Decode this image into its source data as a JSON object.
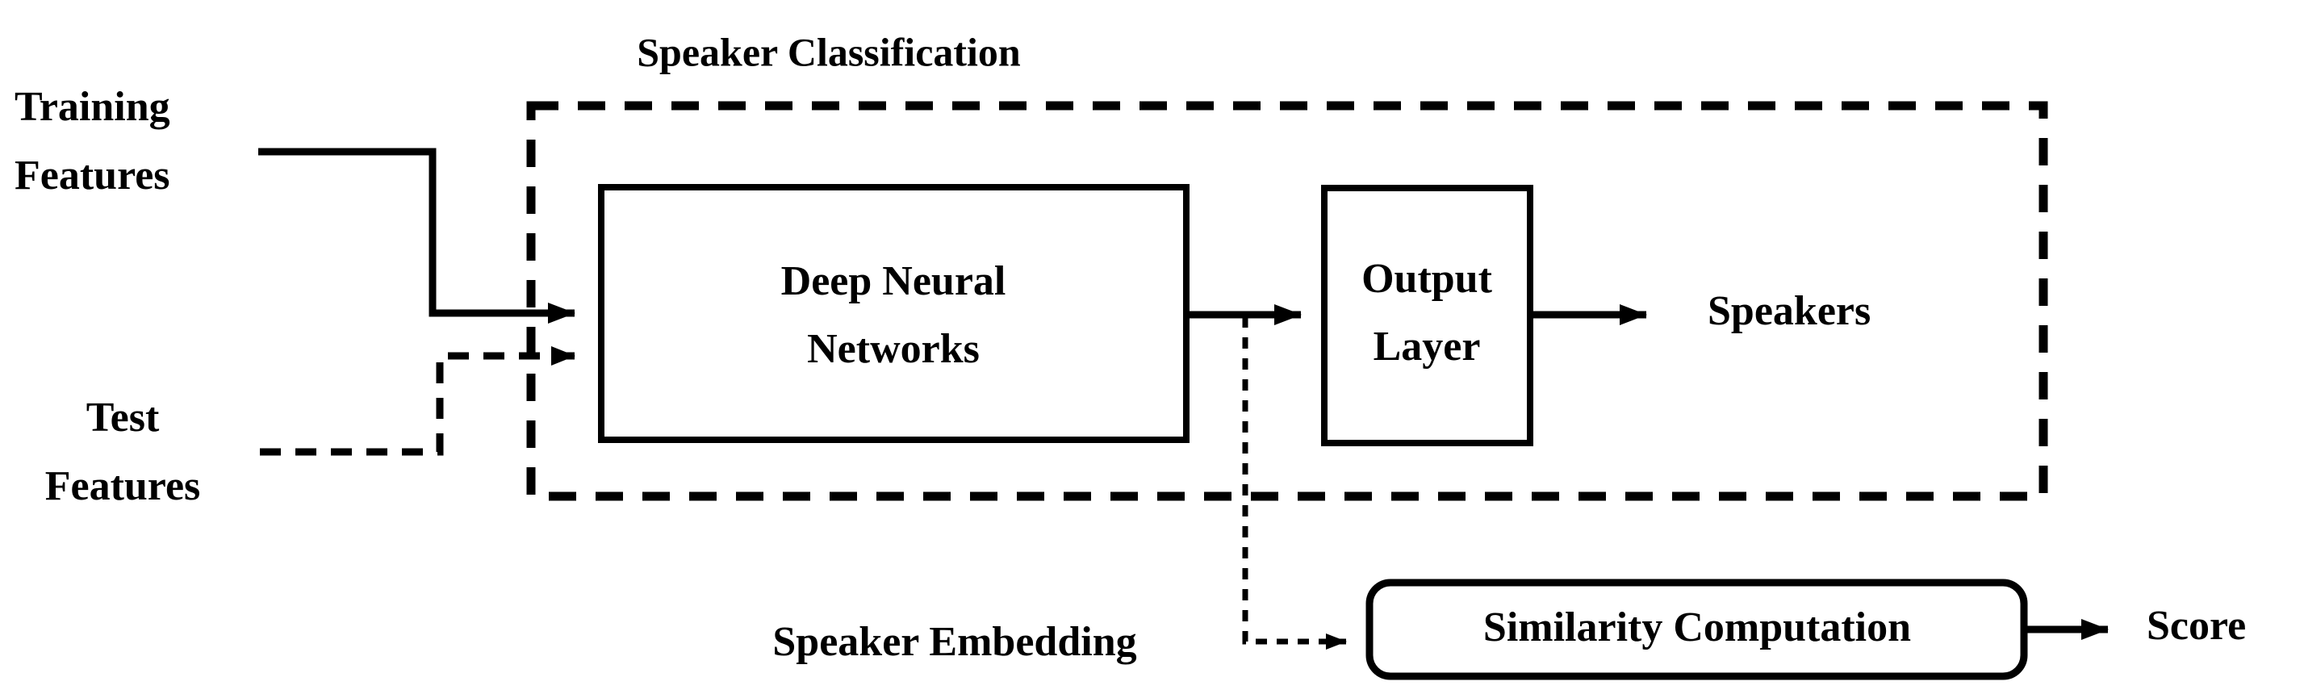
{
  "diagram": {
    "title": "Speaker Classification",
    "background_color": "#ffffff",
    "stroke_color": "#000000",
    "inputs": {
      "training": {
        "line1": "Training",
        "line2": "Features",
        "line_style": "solid"
      },
      "test": {
        "line1": "Test",
        "line2": "Features",
        "line_style": "dashed"
      }
    },
    "blocks": {
      "dnn": {
        "line1": "Deep Neural",
        "line2": "Networks",
        "shape": "rectangle",
        "border": "solid"
      },
      "output_layer": {
        "line1": "Output",
        "line2": "Layer",
        "shape": "rectangle",
        "border": "solid"
      },
      "similarity": {
        "label": "Similarity Computation",
        "shape": "rounded-rectangle",
        "border": "solid"
      }
    },
    "outputs": {
      "speakers": "Speakers",
      "score": "Score"
    },
    "annotations": {
      "speaker_embedding": "Speaker Embedding"
    },
    "enclosure": {
      "label": "Speaker Classification",
      "border": "dashed"
    }
  }
}
